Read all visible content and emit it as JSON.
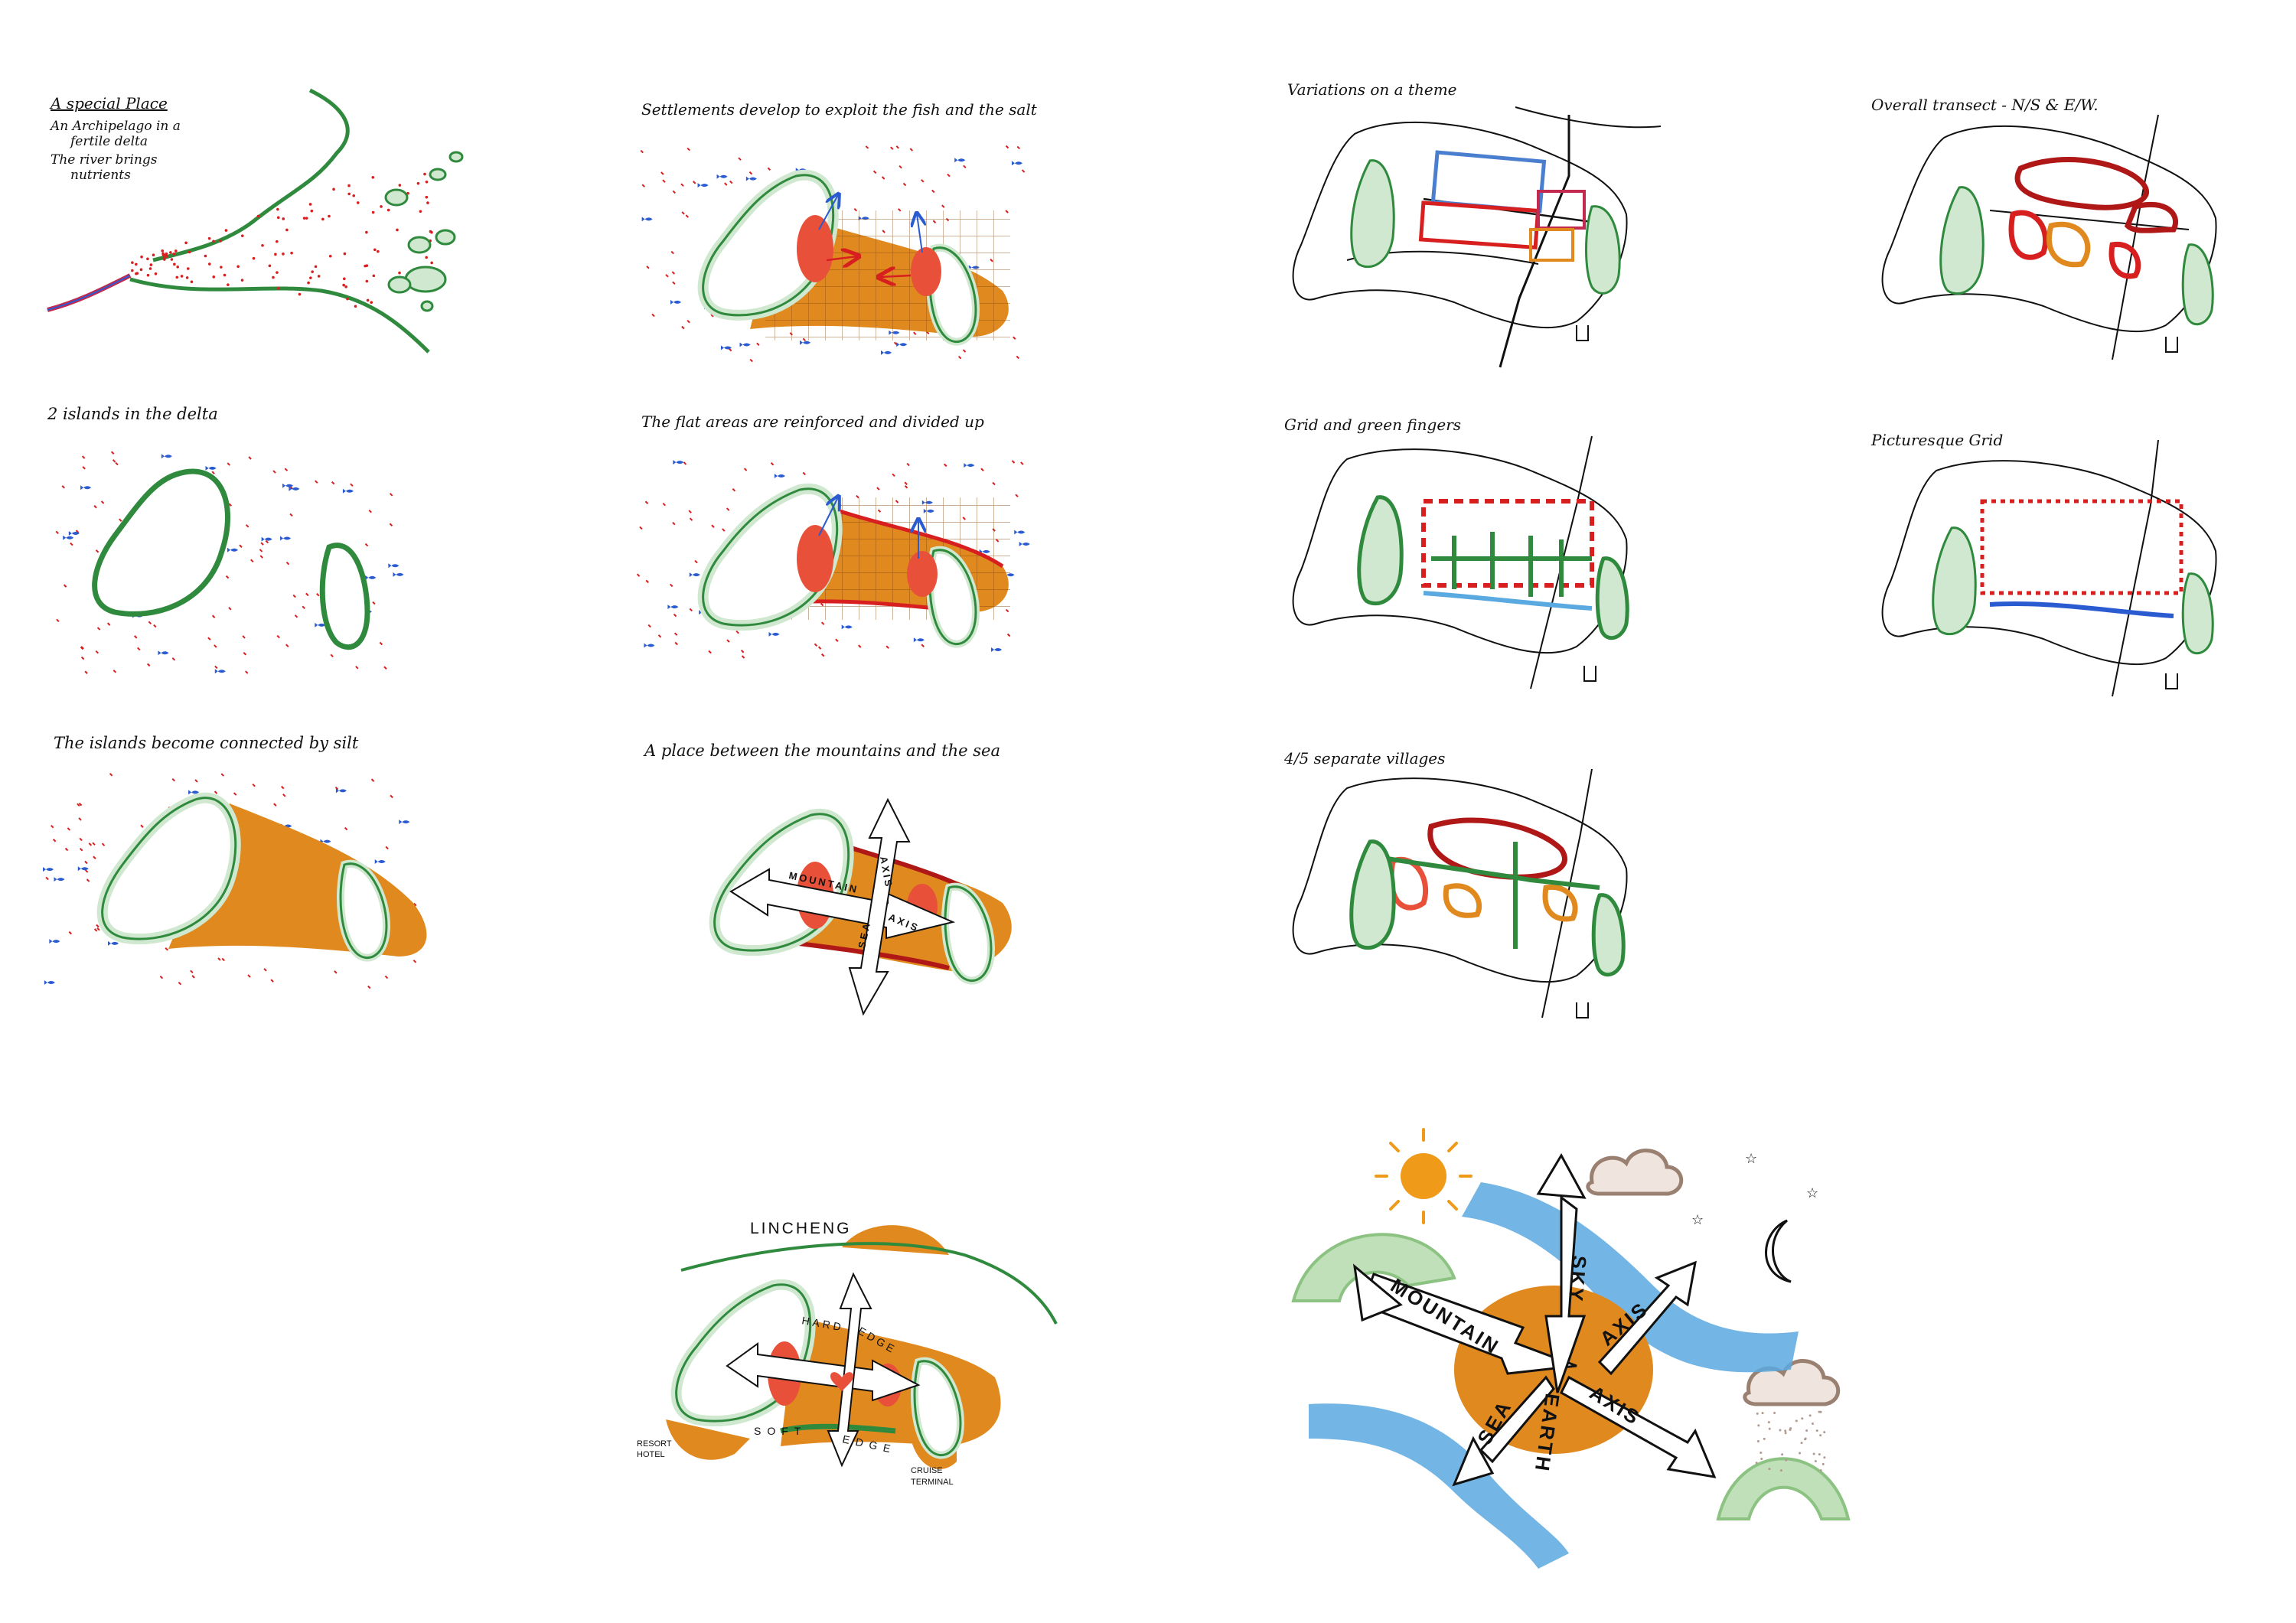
{
  "colors": {
    "green": "#2f8a3e",
    "green_fill": "#cfe8cf",
    "orange": "#e0891f",
    "orange_dark": "#c86a10",
    "red": "#d81f1f",
    "red_fill": "#e8503a",
    "blue": "#2a5bd0",
    "river_blue": "#5aa9e0",
    "sky_pink": "#c22a50",
    "sun": "#f09a1a",
    "cloud": "#9a8070",
    "ink": "#111111"
  },
  "panels": {
    "special_place": {
      "title": "A special Place",
      "line1": "An Archipelago in a",
      "line2": "fertile delta",
      "line3": "The river brings",
      "line4": "nutrients"
    },
    "two_islands": {
      "title": "2 islands in the delta"
    },
    "connected_by_silt": {
      "title": "The islands become connected by silt"
    },
    "settlements": {
      "title": "Settlements develop to exploit the fish and the salt"
    },
    "flat_areas": {
      "title": "The flat areas are reinforced and divided up"
    },
    "between_mountains_sea": {
      "title": "A place between the mountains and the sea",
      "axis_a": "MOUNTAIN",
      "axis_b": "AXIS",
      "axis_c": "SEA",
      "axis_d": "AXIS"
    },
    "variations": {
      "title": "Variations on a theme"
    },
    "overall_transect": {
      "title": "Overall transect - N/S & E/W."
    },
    "grid_green_fingers": {
      "title": "Grid and green fingers"
    },
    "picturesque_grid": {
      "title": "Picturesque Grid"
    },
    "separate_villages": {
      "title": "4/5 separate villages"
    },
    "lincheng": {
      "place": "LINCHENG",
      "hard": "HARD",
      "edge_top": "EDGE",
      "soft": "SOFT",
      "edge_bottom": "EDGE",
      "resort1": "RESORT",
      "resort2": "HOTEL",
      "cruise1": "CRUISE",
      "cruise2": "TERMINAL"
    },
    "axes": {
      "mountain": "MOUNTAIN",
      "sky": "SKY",
      "axis_right": "AXIS",
      "sea": "SEA",
      "earth": "EARTH",
      "axis_bottom": "AXIS"
    }
  }
}
